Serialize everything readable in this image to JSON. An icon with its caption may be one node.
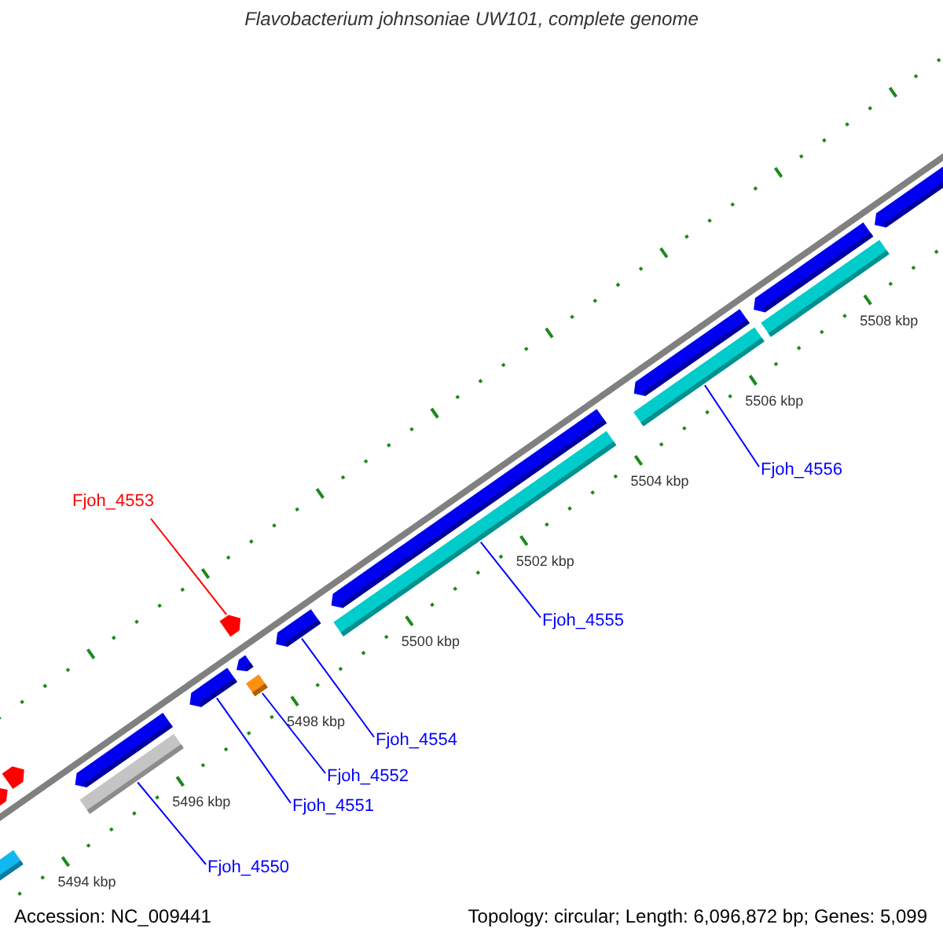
{
  "diagram": {
    "title": "Flavobacterium johnsoniae UW101, complete genome",
    "nodes": [
      {
        "text": [
          "Fjoh_4556"
        ]
      },
      {
        "text": [
          "Fjoh_4553"
        ]
      },
      {
        "text": [
          "Fjoh_4555"
        ]
      },
      {
        "text": [
          "Fjoh_4554"
        ]
      },
      {
        "text": [
          "Fjoh_4552"
        ]
      },
      {
        "text": [
          "Fjoh_4551"
        ]
      },
      {
        "text": [
          "Fjoh_4550"
        ]
      },
      {
        "text": [],
        "shape": "bar"
      },
      {
        "text": [],
        "shape": "pentagon"
      },
      {
        "text": [],
        "shape": "pentagon"
      },
      {
        "text": [],
        "shape": "pentagon"
      },
      {
        "text": [],
        "shape": "bar"
      },
      {
        "text": [],
        "shape": "pentagon"
      },
      {
        "text": [],
        "shape": "box"
      },
      {
        "text": [],
        "shape": "pentagon"
      },
      {
        "text": [],
        "shape": "pentagon"
      },
      {
        "text": [],
        "shape": "pentagon"
      },
      {
        "text": [],
        "shape": "pentagon"
      },
      {
        "text": [],
        "shape": "bar"
      },
      {
        "text": [],
        "shape": "pentagon"
      },
      {
        "text": [],
        "shape": "bar"
      },
      {
        "text": [],
        "shape": "pentagon"
      },
      {
        "text": [],
        "shape": "bar"
      },
      {
        "text": [],
        "shape": "pentagon"
      }
    ],
    "edges": [
      {
        "from": 0,
        "to": 20,
        "arrow": "none"
      },
      {
        "from": 1,
        "to": 15,
        "arrow": "none",
        "color": "#ff0000"
      },
      {
        "from": 2,
        "to": 18,
        "arrow": "none"
      },
      {
        "from": 3,
        "to": 16,
        "arrow": "none"
      },
      {
        "from": 4,
        "to": 13,
        "arrow": "none"
      },
      {
        "from": 5,
        "to": 12,
        "arrow": "none"
      },
      {
        "from": 6,
        "to": 11,
        "arrow": "none"
      }
    ],
    "labels": [
      "5494 kbp",
      "5496 kbp",
      "5498 kbp",
      "5500 kbp",
      "5502 kbp",
      "5504 kbp",
      "5506 kbp",
      "5508 kbp",
      "Accession: NC_009441",
      "Topology: circular; Length: 6,096,872 bp; Genes: 5,099"
    ]
  }
}
